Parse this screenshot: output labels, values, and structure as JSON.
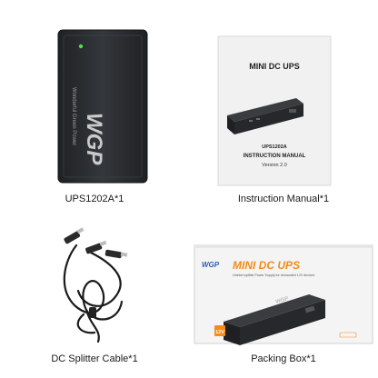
{
  "items": [
    {
      "caption": "UPS1202A*1"
    },
    {
      "caption": "Instruction Manual*1"
    },
    {
      "caption": "DC Splitter Cable*1"
    },
    {
      "caption": "Packing Box*1"
    }
  ],
  "device": {
    "logo": "WGP",
    "side_text": "Wonderful Green Power"
  },
  "manual": {
    "title": "MINI DC UPS",
    "model": "UPS1202A",
    "heading": "INSTRUCTION MANUAL",
    "version": "Version 2.0"
  },
  "box": {
    "brand": "WGP",
    "title": "MINI DC UPS",
    "tagline": "Uninterruptible Power Supply for demanded 12V devices",
    "badge": "12V",
    "device_logo": "WGP"
  },
  "colors": {
    "device_body": "#2b2d30",
    "manual_paper": "#f1f1f1",
    "box_title": "#f28c1b",
    "box_brand": "#2a5fb0",
    "led": "#4be04b"
  }
}
